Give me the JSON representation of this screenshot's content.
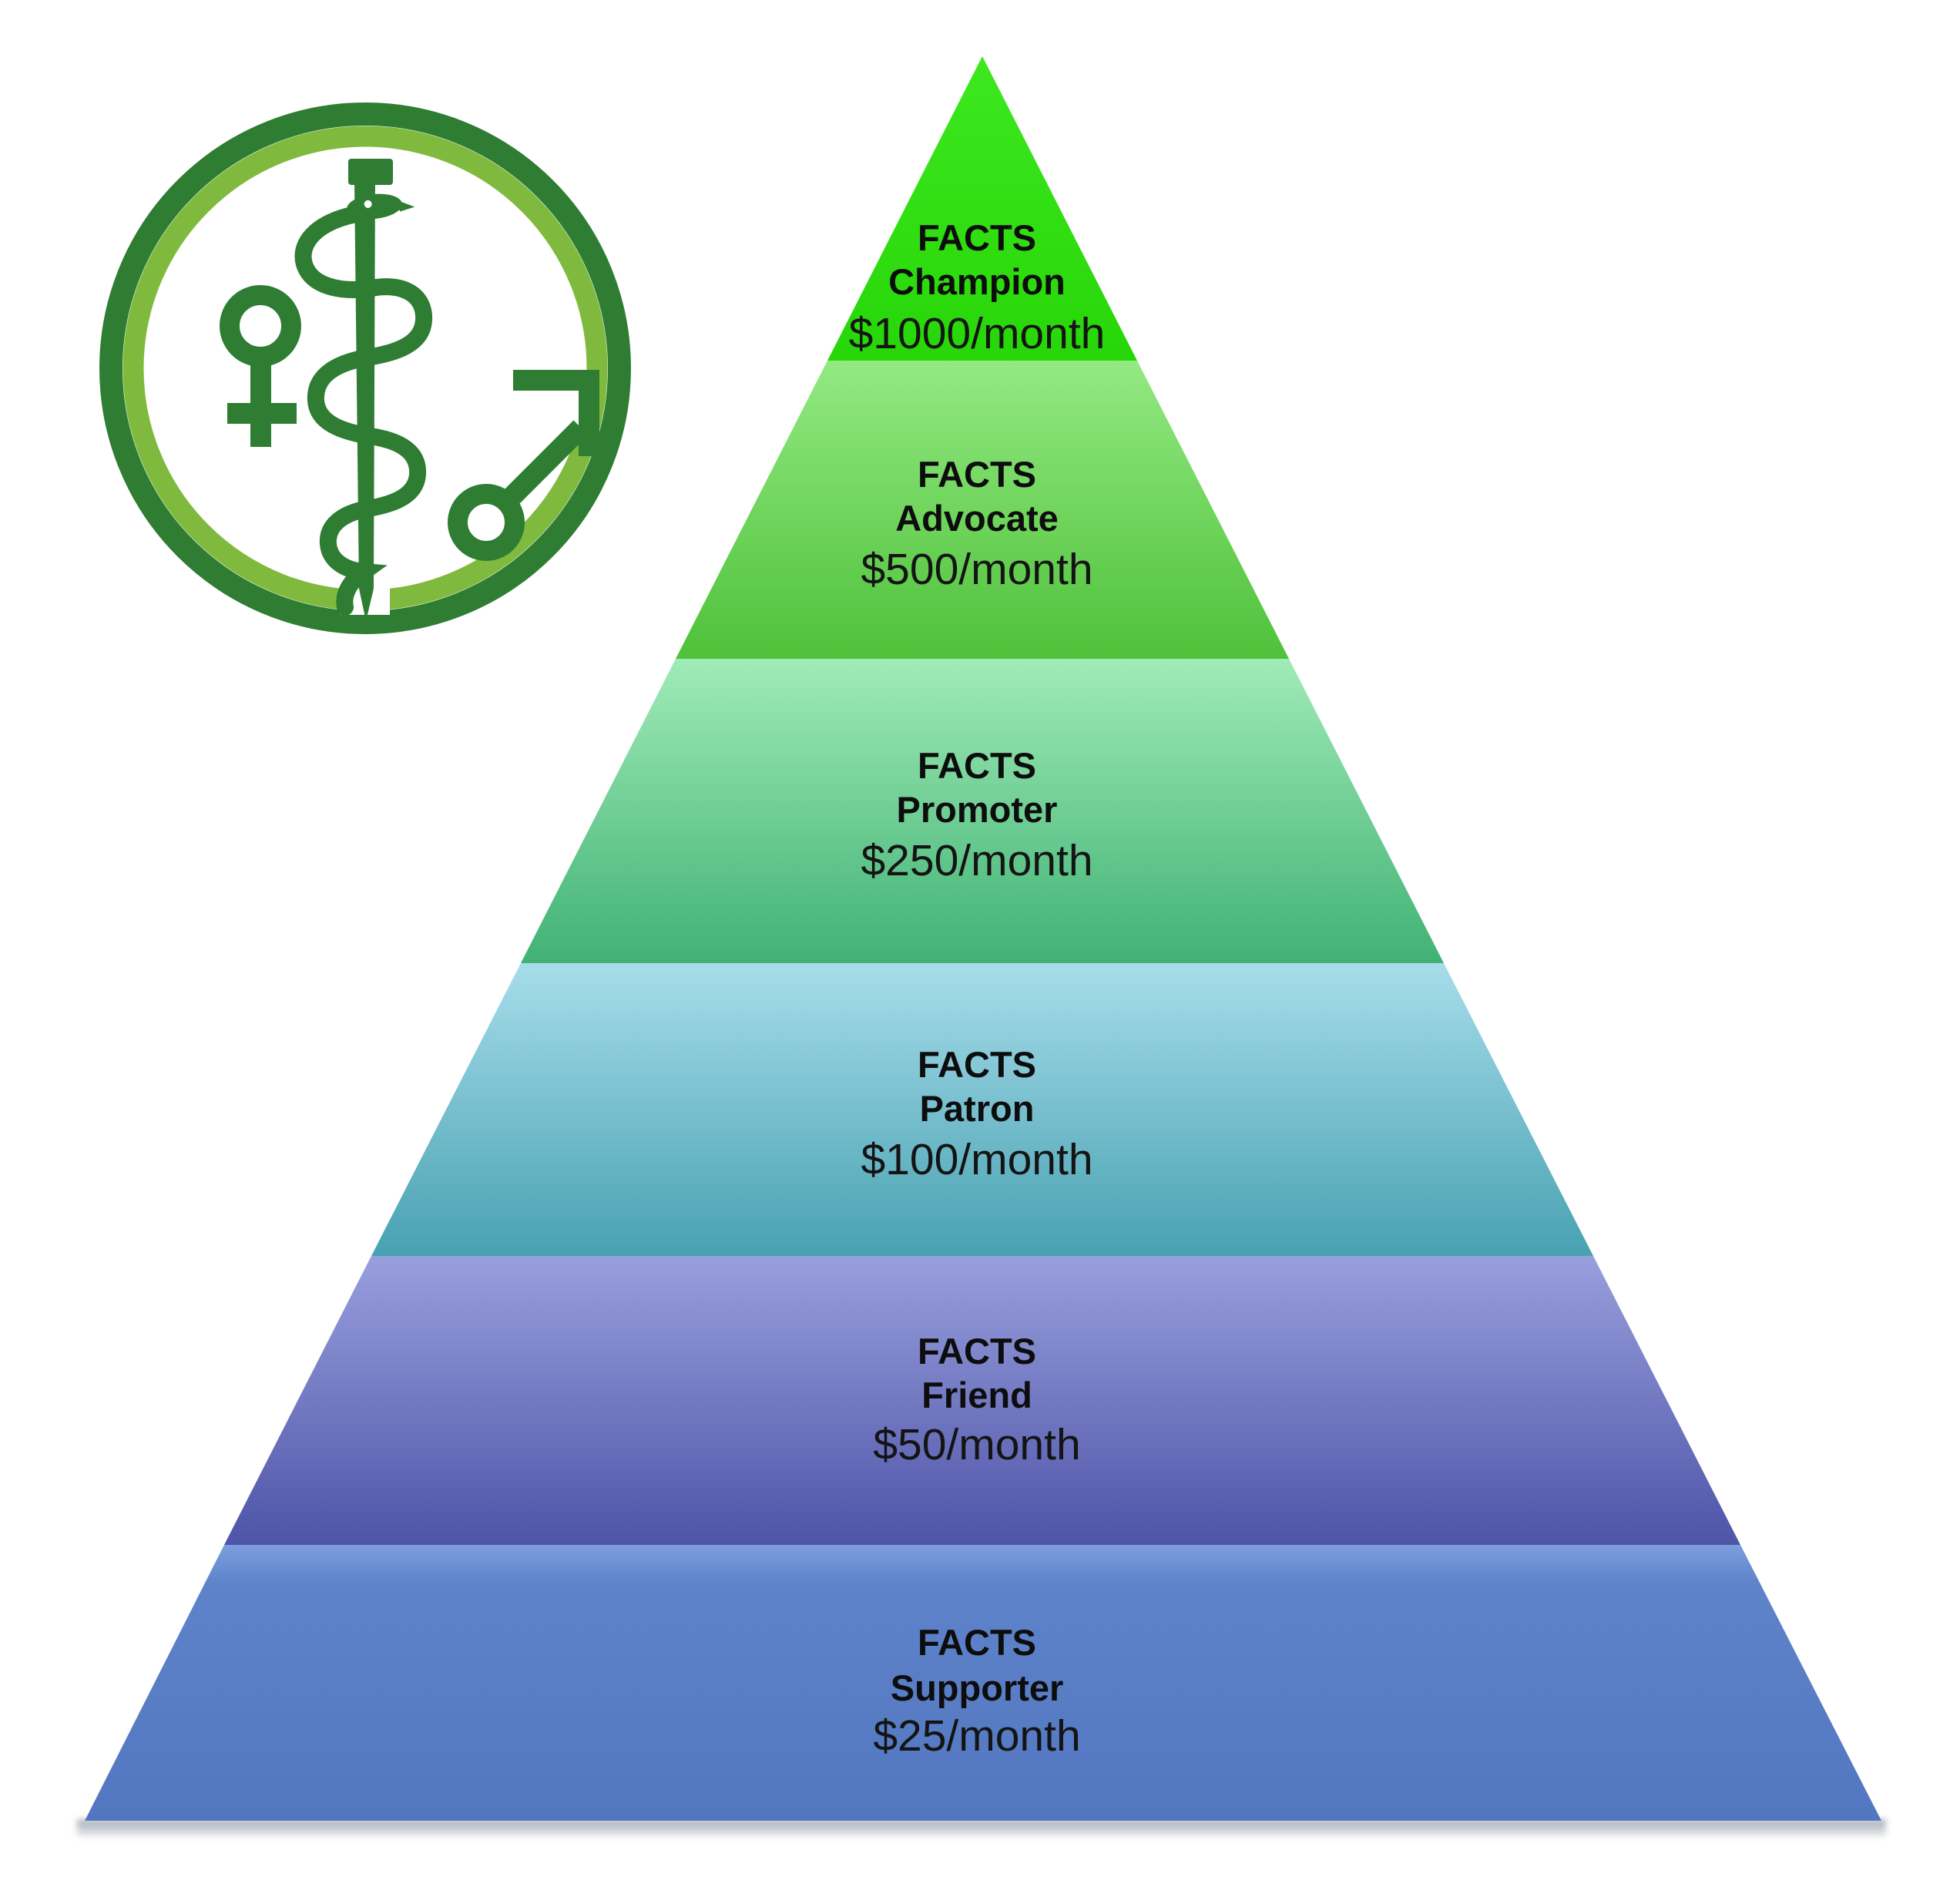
{
  "logo": {
    "label": "FACTS gender-health logo",
    "parts": [
      "circle-rings",
      "female-symbol",
      "rod-of-asclepius",
      "male-symbol"
    ],
    "dark_green": "#2e7d33",
    "light_green": "#7fba3e",
    "eye_color": "#ffffff"
  },
  "pyramid": {
    "tiers": [
      {
        "id": "champion",
        "org": "FACTS",
        "name": "Champion",
        "amount": "$1000/month",
        "color_top": "#3de81f",
        "color_bottom": "#27d608"
      },
      {
        "id": "advocate",
        "org": "FACTS",
        "name": "Advocate",
        "amount": "$500/month",
        "color_top": "#93e982",
        "color_bottom": "#4fc13a"
      },
      {
        "id": "promoter",
        "org": "FACTS",
        "name": "Promoter",
        "amount": "$250/month",
        "color_top": "#a0ebb7",
        "color_bottom": "#41b274"
      },
      {
        "id": "patron",
        "org": "FACTS",
        "name": "Patron",
        "amount": "$100/month",
        "color_top": "#a7ddeb",
        "color_bottom": "#48a1b1"
      },
      {
        "id": "friend",
        "org": "FACTS",
        "name": "Friend",
        "amount": "$50/month",
        "color_top": "#989fdd",
        "color_bottom": "#4e54a7"
      },
      {
        "id": "supporter",
        "org": "FACTS",
        "name": "Supporter",
        "amount": "$25/month",
        "color_top": "#7d9edd",
        "color_mid": "#5e83ca",
        "color_bottom": "#5277c0"
      }
    ],
    "shadow_color": "#8a93a1"
  }
}
